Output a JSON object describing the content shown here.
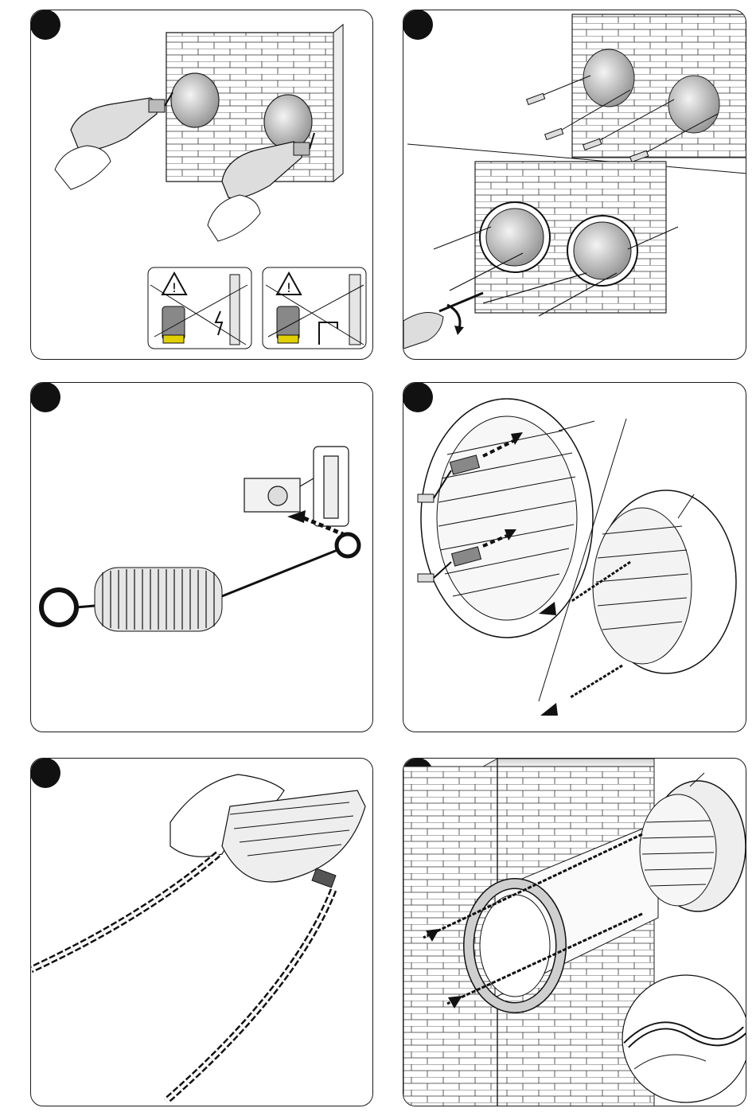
{
  "page": {
    "title": ""
  },
  "colors": {
    "ink": "#111111",
    "line": "#1a1a1a",
    "shade": "#cfcfcf",
    "background": "#ffffff"
  },
  "panels": [
    {
      "id": "step-1",
      "subject": "drill-holes",
      "icons": [
        "warning-triangle-icon",
        "warning-triangle-icon"
      ]
    },
    {
      "id": "step-2",
      "subject": "fix-grilles-with-wall-plugs-and-screws"
    },
    {
      "id": "step-3",
      "subject": "hook-spring-to-bracket"
    },
    {
      "id": "step-4",
      "subject": "attach-springs-and-chains-to-grille"
    },
    {
      "id": "step-5",
      "subject": "hold-grille-with-chains"
    },
    {
      "id": "step-6",
      "subject": "pull-grilles-into-wall-duct"
    }
  ]
}
